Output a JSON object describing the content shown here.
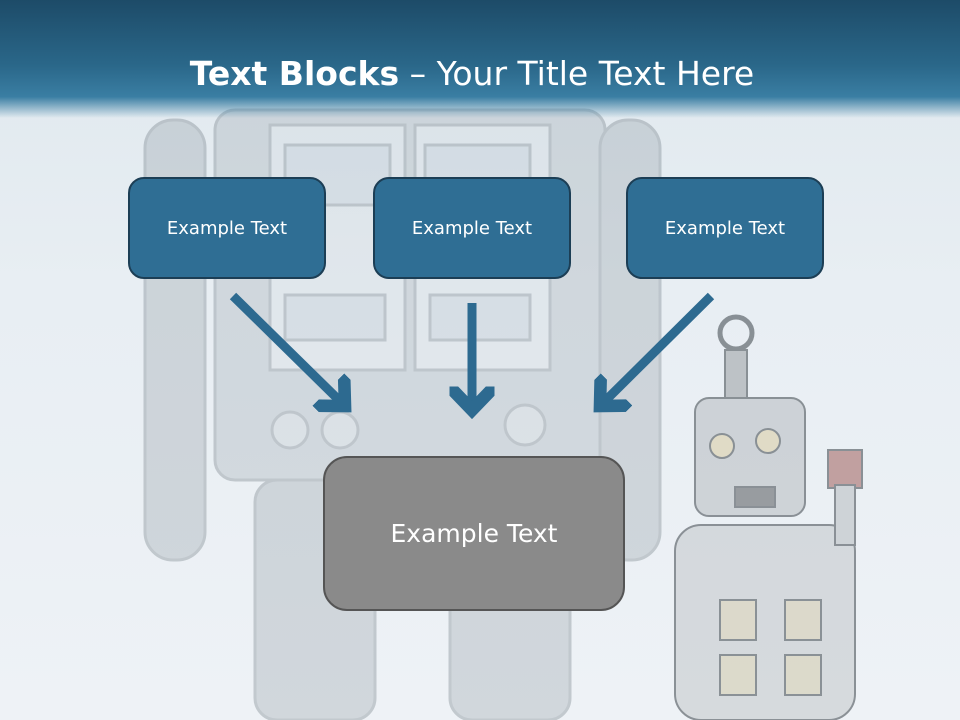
{
  "slide": {
    "title_bold": "Text Blocks",
    "title_dash": " – ",
    "title_rest": "Your Title Text Here",
    "top_boxes": [
      {
        "label": "Example Text"
      },
      {
        "label": "Example Text"
      },
      {
        "label": "Example Text"
      }
    ],
    "main_box": {
      "label": "Example Text"
    }
  },
  "colors": {
    "header": "#2a6789",
    "box_fill": "#2f6e94",
    "box_border": "#1c3e55",
    "main_box_fill": "#8a8a8a",
    "arrow": "#2d6a90"
  }
}
